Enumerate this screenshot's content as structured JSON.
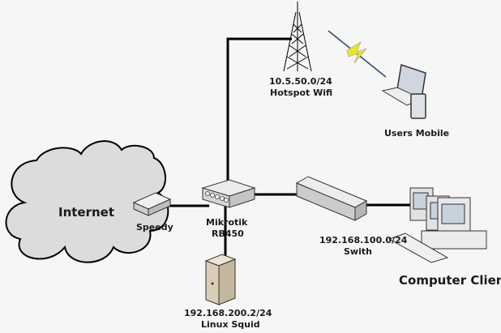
{
  "title": "Network topology",
  "nodes": {
    "internet": {
      "label": "Internet"
    },
    "speedy": {
      "label": "Speedy"
    },
    "mikrotik": {
      "line1": "Mikrotik",
      "line2": "RB450"
    },
    "hotspot": {
      "line1": "10.5.50.0/24",
      "line2": "Hotspot Wifi"
    },
    "users_mobile": {
      "label": "Users Mobile"
    },
    "switch": {
      "line1": "192.168.100.0/24",
      "line2": "Swith"
    },
    "computer_client": {
      "label": "Computer Client"
    },
    "linux_squid": {
      "line1": "192.168.200.2/24",
      "line2": "Linux Squid"
    }
  },
  "colors": {
    "background": "#f6f6f6",
    "cloud": "#dcdcdc",
    "link": "#000000",
    "lightning": "#e8e82a"
  }
}
